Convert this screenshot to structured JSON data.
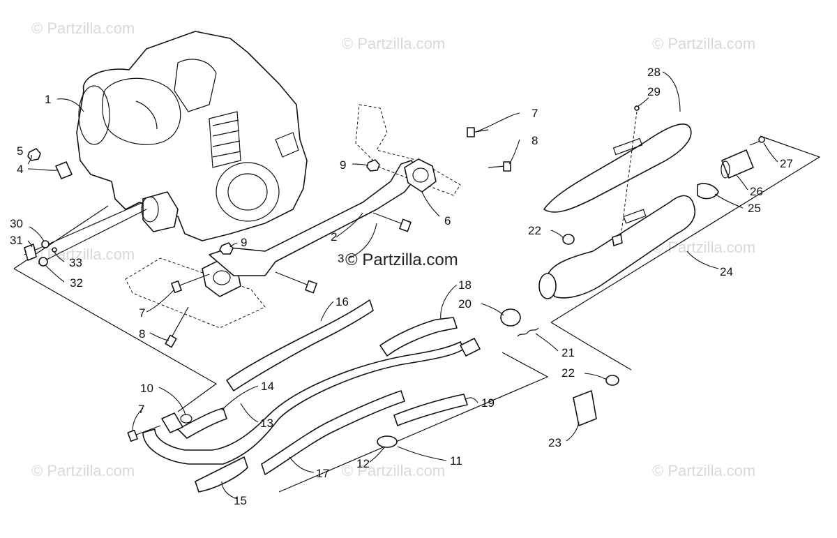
{
  "watermarks": {
    "corner_text": "© Partzilla.com",
    "center_text": "© Partzilla.com"
  },
  "callouts": {
    "c1": "1",
    "c2": "2",
    "c3": "3",
    "c4": "4",
    "c5": "5",
    "c6": "6",
    "c7a": "7",
    "c7b": "7",
    "c7c": "7",
    "c8a": "8",
    "c8b": "8",
    "c9a": "9",
    "c9b": "9",
    "c10": "10",
    "c11": "11",
    "c12": "12",
    "c13": "13",
    "c14": "14",
    "c15": "15",
    "c16": "16",
    "c17": "17",
    "c18": "18",
    "c19": "19",
    "c20": "20",
    "c21": "21",
    "c22a": "22",
    "c22b": "22",
    "c23": "23",
    "c24": "24",
    "c25": "25",
    "c26": "26",
    "c27": "27",
    "c28": "28",
    "c29": "29",
    "c30": "30",
    "c31": "31",
    "c32": "32",
    "c33": "33"
  },
  "colors": {
    "line": "#111111",
    "watermark": "#d9d9d9",
    "background": "#ffffff"
  }
}
